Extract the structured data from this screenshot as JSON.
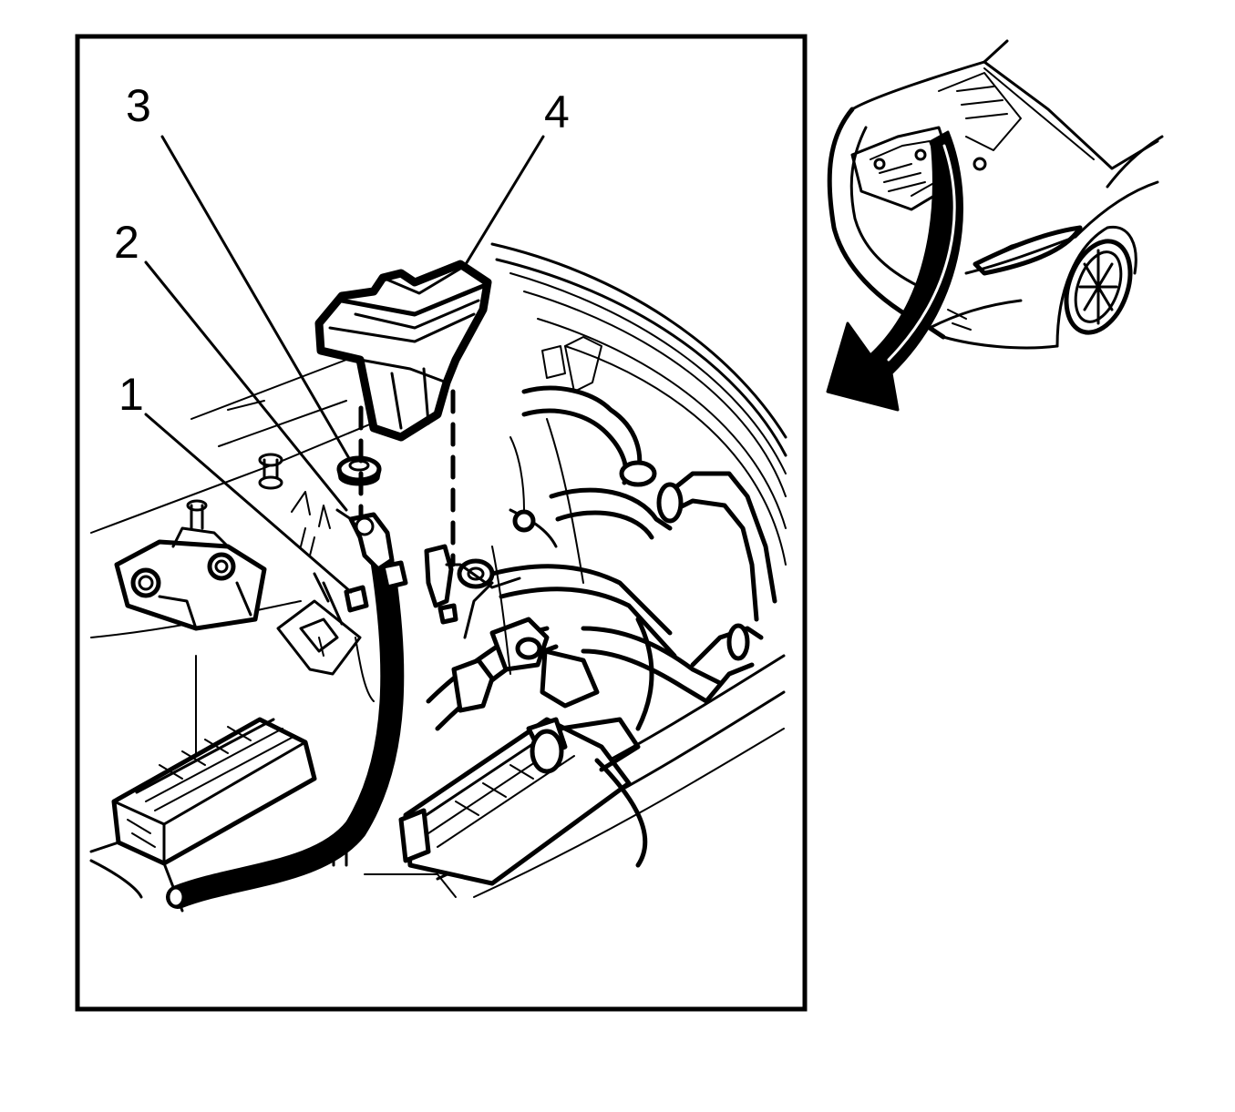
{
  "diagram": {
    "callouts": [
      {
        "id": "1",
        "label": "1"
      },
      {
        "id": "2",
        "label": "2"
      },
      {
        "id": "3",
        "label": "3"
      },
      {
        "id": "4",
        "label": "4"
      }
    ],
    "colors": {
      "ink": "#000000",
      "paper": "#ffffff"
    },
    "inset": {
      "icon": "car-front-view-icon",
      "arrow": "location-arrow-icon"
    }
  }
}
